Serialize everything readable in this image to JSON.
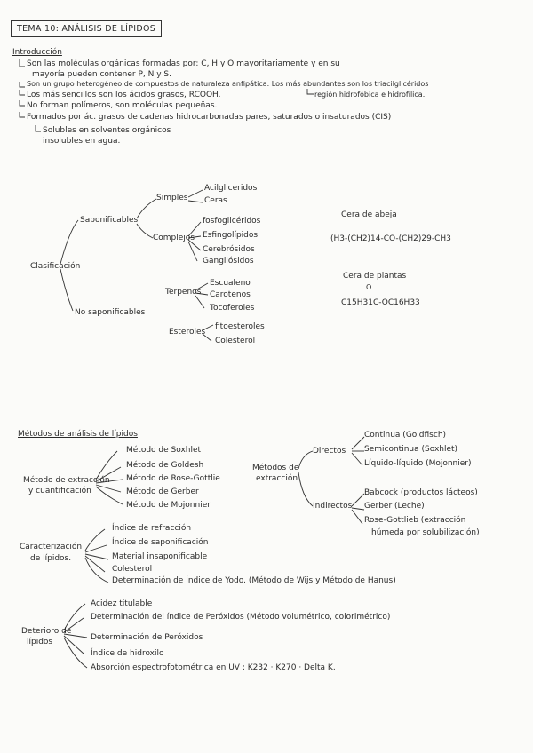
{
  "title": "TEMA 10: ANÁLISIS DE LÍPIDOS",
  "intro": {
    "heading": "Introducción",
    "lines": [
      "Son las moléculas orgánicas formadas por: C, H y O mayoritariamente y en su",
      "mayoría pueden contener P, N y S.",
      "Son un grupo heterogéneo de compuestos de naturaleza anfipática. Los más abundantes son los triacilglicéridos",
      "región hidrofóbica e hidrofílica.",
      "Los más sencillos son los ácidos grasos, RCOOH.",
      "No forman polímeros, son moléculas pequeñas.",
      "Formados por ác. grasos de cadenas hidrocarbonadas pares, saturados o insaturados (CIS)",
      "Solubles en solventes orgánicos",
      "insolubles en agua."
    ]
  },
  "classification": {
    "root": "Clasificación",
    "saponificables": "Saponificables",
    "simples": "Simples",
    "simples_items": [
      "Acilgliceridos",
      "Ceras"
    ],
    "complejos": "Complejos",
    "complejos_items": [
      "fosfoglicéridos",
      "Esfingolípidos",
      "Cerebrósidos",
      "Gangliósidos"
    ],
    "no_saponificables": "No saponificables",
    "terpenos": "Terpenos",
    "terpenos_items": [
      "Escualeno",
      "Carotenos",
      "Tocoferoles"
    ],
    "esteroles": "Esteroles",
    "esteroles_items": [
      "fitoesteroles",
      "Colesterol"
    ]
  },
  "ceras": {
    "abeja_label": "Cera de abeja",
    "abeja_formula": "(H3-(CH2)14-CO-(CH2)29-CH3",
    "plantas_label": "Cera de plantas",
    "plantas_o": "O",
    "plantas_formula": "C15H31C-OC16H33"
  },
  "methods": {
    "heading": "Métodos de análisis de lípidos",
    "extraccion_cuant": [
      "Método de extracción",
      "y cuantificación"
    ],
    "extraccion_cuant_items": [
      "Método de Soxhlet",
      "Método de Goldesh",
      "Método de Rose-Gottlie",
      "Método de Gerber",
      "Método de Mojonnier"
    ],
    "extraccion": [
      "Métodos de",
      "extracción"
    ],
    "directos": "Directos",
    "directos_items": [
      "Continua (Goldfisch)",
      "Semicontinua (Soxhlet)",
      "Líquido-líquido (Mojonnier)"
    ],
    "indirectos": "Indirectos",
    "indirectos_items": [
      "Babcock (productos lácteos)",
      "Gerber (Leche)",
      "Rose-Gottlieb (extracción",
      "húmeda por solubilización)"
    ],
    "caracterizacion": [
      "Caracterización",
      "de lípidos."
    ],
    "caracterizacion_items": [
      "Índice de refracción",
      "Índice de saponificación",
      "Material insaponificable",
      "Colesterol",
      "Determinación de Índice de Yodo. (Método de Wijs y Método de Hanus)"
    ],
    "deterioro": [
      "Deterioro de",
      "lípidos"
    ],
    "deterioro_items": [
      "Acidez titulable",
      "Determinación del índice de Peróxidos (Método volumétrico, colorimétrico)",
      "Determinación de Peróxidos",
      "Índice de hidroxilo",
      "Absorción espectrofotométrica en UV : K232 · K270 · Delta K."
    ]
  }
}
